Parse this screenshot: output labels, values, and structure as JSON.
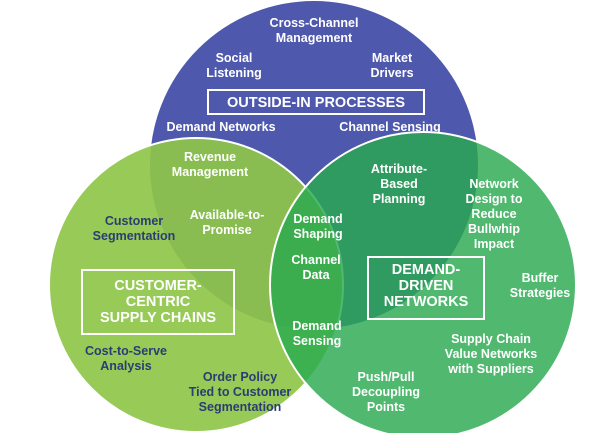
{
  "colors": {
    "outside_in_circle": "#4e58ad",
    "customer_centric_circle": "#8ec549",
    "demand_driven_circle": "#2aaa4f",
    "box_border_top": "#ffffff",
    "box_border_left": "#ffffff",
    "box_border_right": "#ffffff",
    "dark_text": "#2b3d73",
    "light_text": "#ffffff"
  },
  "circles": {
    "outside_in": {
      "title": "OUTSIDE-IN PROCESSES",
      "items": {
        "cross_channel": [
          "Cross-Channel",
          "Management"
        ],
        "social_listening": [
          "Social",
          "Listening"
        ],
        "market_drivers": [
          "Market",
          "Drivers"
        ],
        "demand_networks": [
          "Demand Networks"
        ],
        "channel_sensing": [
          "Channel Sensing"
        ]
      }
    },
    "customer_centric": {
      "title": [
        "CUSTOMER-",
        "CENTRIC",
        "SUPPLY CHAINS"
      ],
      "items": {
        "customer_segmentation": [
          "Customer",
          "Segmentation"
        ],
        "cost_to_serve": [
          "Cost-to-Serve",
          "Analysis"
        ],
        "order_policy": [
          "Order Policy",
          "Tied to Customer",
          "Segmentation"
        ]
      }
    },
    "demand_driven": {
      "title": [
        "DEMAND-",
        "DRIVEN",
        "NETWORKS"
      ],
      "items": {
        "network_design": [
          "Network",
          "Design to",
          "Reduce",
          "Bullwhip",
          "Impact"
        ],
        "buffer_strategies": [
          "Buffer",
          "Strategies"
        ],
        "supply_chain_value": [
          "Supply Chain",
          "Value Networks",
          "with Suppliers"
        ],
        "push_pull": [
          "Push/Pull",
          "Decoupling",
          "Points"
        ]
      }
    }
  },
  "overlaps": {
    "revenue_management": [
      "Revenue",
      "Management"
    ],
    "available_to_promise": [
      "Available-to-",
      "Promise"
    ],
    "attribute_based": [
      "Attribute-",
      "Based",
      "Planning"
    ],
    "demand_shaping": [
      "Demand",
      "Shaping"
    ],
    "channel_data": [
      "Channel",
      "Data"
    ],
    "demand_sensing": [
      "Demand",
      "Sensing"
    ]
  }
}
